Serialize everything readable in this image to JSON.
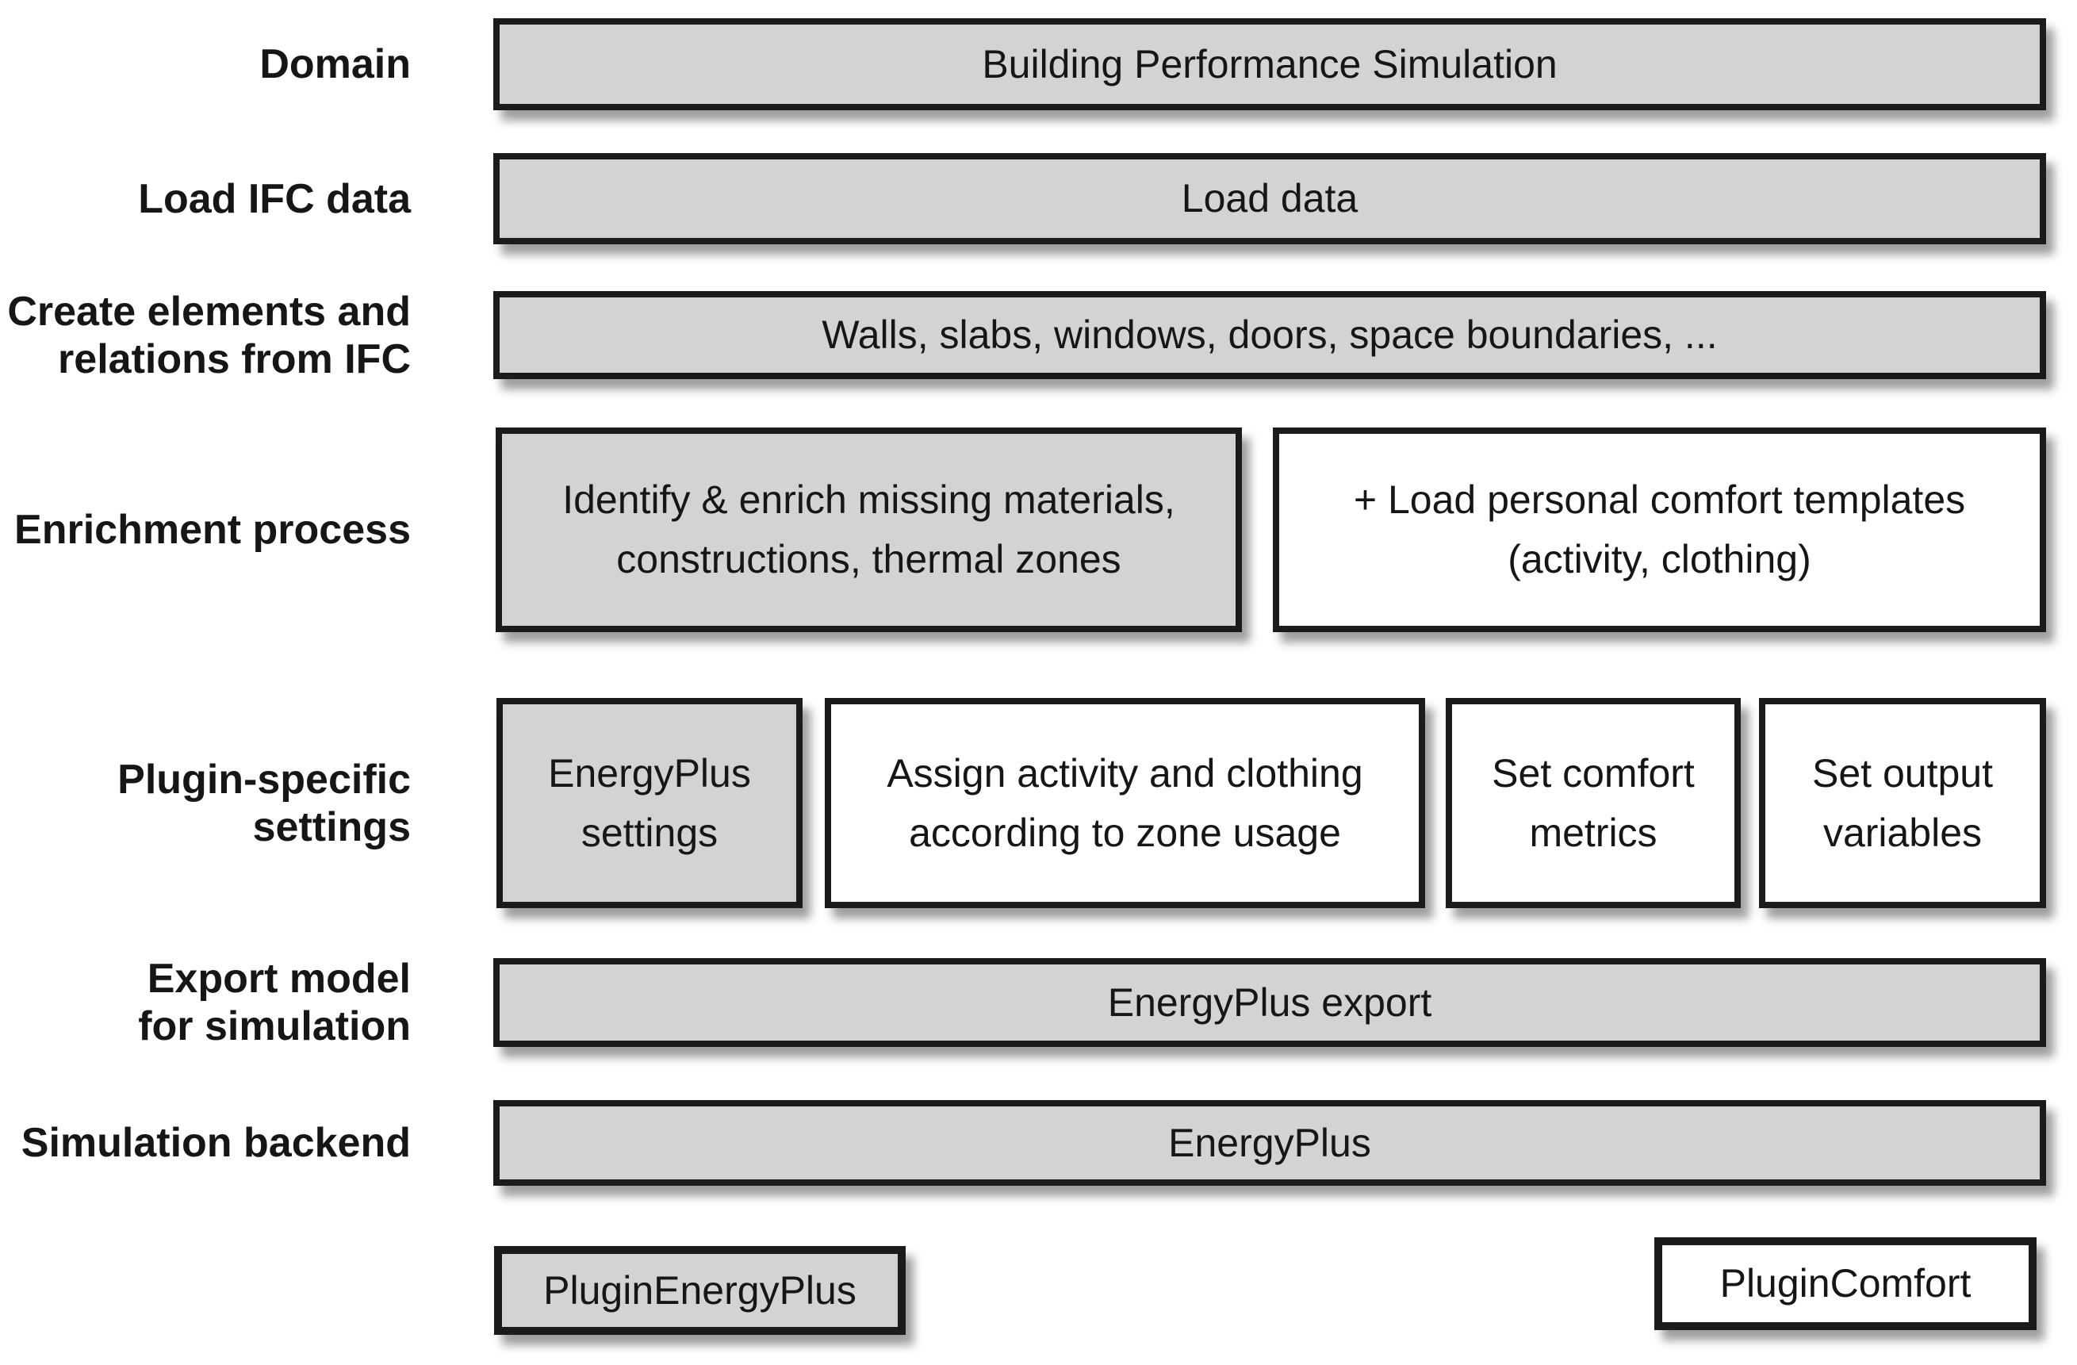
{
  "palette": {
    "background": "#ffffff",
    "box_border": "#1b1b1b",
    "box_fill_gray": "#d1d3d4",
    "box_fill_white": "#ffffff",
    "text_color": "#161616"
  },
  "rows": [
    {
      "label": "Domain",
      "boxes": [
        {
          "text": "Building Performance Simulation",
          "fill": "gray"
        }
      ]
    },
    {
      "label": "Load IFC data",
      "boxes": [
        {
          "text": "Load data",
          "fill": "gray"
        }
      ]
    },
    {
      "label": "Create elements and\nrelations from IFC",
      "boxes": [
        {
          "text": "Walls, slabs, windows, doors, space boundaries, ...",
          "fill": "gray"
        }
      ]
    },
    {
      "label": "Enrichment process",
      "boxes": [
        {
          "text": "Identify & enrich missing materials,\nconstructions, thermal zones",
          "fill": "gray"
        },
        {
          "text": "+ Load personal comfort templates\n(activity, clothing)",
          "fill": "white"
        }
      ]
    },
    {
      "label": "Plugin-specific\nsettings",
      "boxes": [
        {
          "text": "EnergyPlus\nsettings",
          "fill": "gray"
        },
        {
          "text": "Assign activity and clothing\naccording to zone usage",
          "fill": "white"
        },
        {
          "text": "Set comfort\nmetrics",
          "fill": "white"
        },
        {
          "text": "Set output\nvariables",
          "fill": "white"
        }
      ]
    },
    {
      "label": "Export model\nfor simulation",
      "boxes": [
        {
          "text": "EnergyPlus export",
          "fill": "gray"
        }
      ]
    },
    {
      "label": "Simulation backend",
      "boxes": [
        {
          "text": "EnergyPlus",
          "fill": "gray"
        }
      ]
    },
    {
      "label": "",
      "boxes": [
        {
          "text": "PluginEnergyPlus",
          "fill": "gray"
        },
        {
          "text": "PluginComfort",
          "fill": "white"
        }
      ]
    }
  ]
}
